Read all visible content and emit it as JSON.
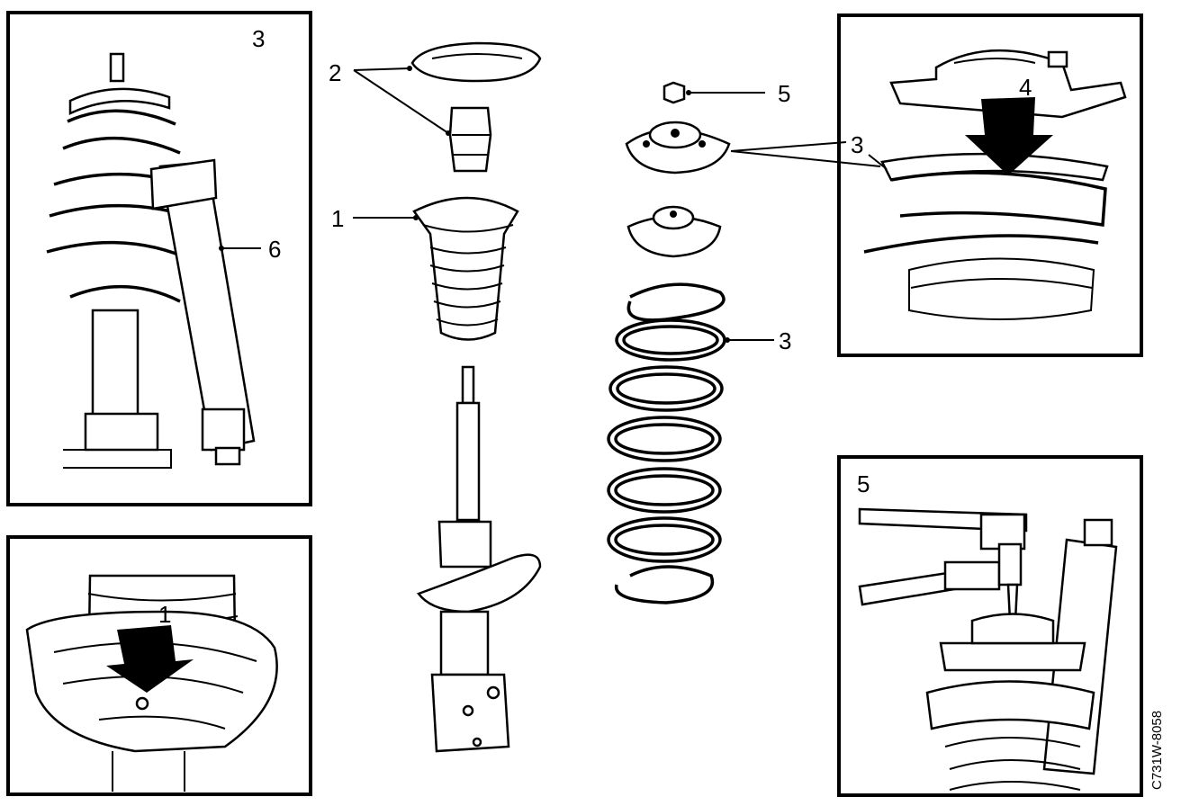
{
  "labels": {
    "inset_a": "3",
    "inset_a_callout": "6",
    "inset_b": "1",
    "inset_c_callout_arrow": "4",
    "inset_c_callout_side": "3",
    "inset_d": "5",
    "part_1": "1",
    "part_2": "2",
    "part_3": "3",
    "part_5": "5"
  },
  "drawing_code": "C731W-8058"
}
